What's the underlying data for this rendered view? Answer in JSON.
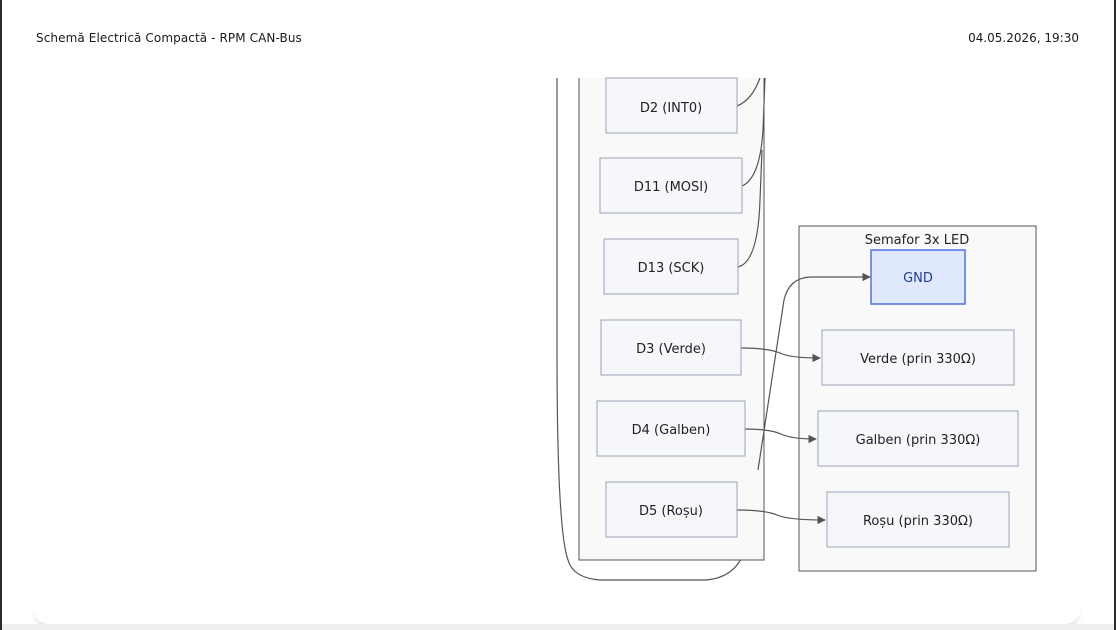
{
  "header": {
    "title": "Schemă Electrică Compactă - RPM CAN-Bus",
    "datetime": "04.05.2026, 19:30"
  },
  "diagram": {
    "cluster_semafor": {
      "label": "Semafor 3x LED"
    },
    "nodes": {
      "d2": "D2 (INT0)",
      "d11": "D11 (MOSI)",
      "d13": "D13 (SCK)",
      "d3": "D3 (Verde)",
      "d4": "D4 (Galben)",
      "d5": "D5 (Roșu)",
      "gnd": "GND",
      "verde": "Verde (prin 330Ω)",
      "galben": "Galben (prin 330Ω)",
      "rosu": "Roșu (prin 330Ω)"
    },
    "colors": {
      "gnd_fill": "#dfe8fc",
      "gnd_stroke": "#4f73e3",
      "edge": "#555555"
    }
  }
}
